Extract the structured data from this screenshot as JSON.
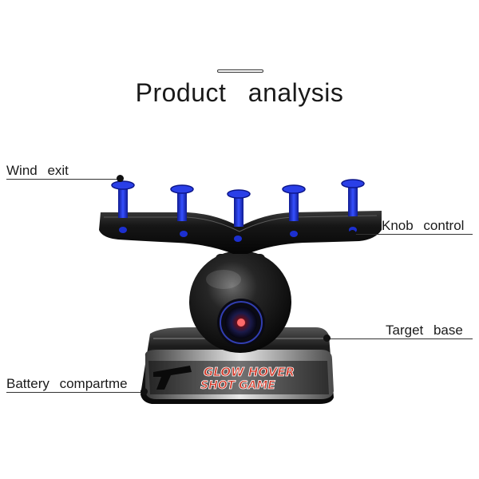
{
  "header": {
    "title": "Product analysis"
  },
  "callouts": {
    "wind_exit": "Wind exit",
    "knob_control": "Knob control",
    "target_base": "Target base",
    "battery": "Battery compartme"
  },
  "product": {
    "label_line1": "GLOW HOVER",
    "label_line2": "SHOT GAME",
    "accent_color": "#1c2fd0",
    "body_color": "#141414",
    "label_color": "#c23a2a"
  }
}
